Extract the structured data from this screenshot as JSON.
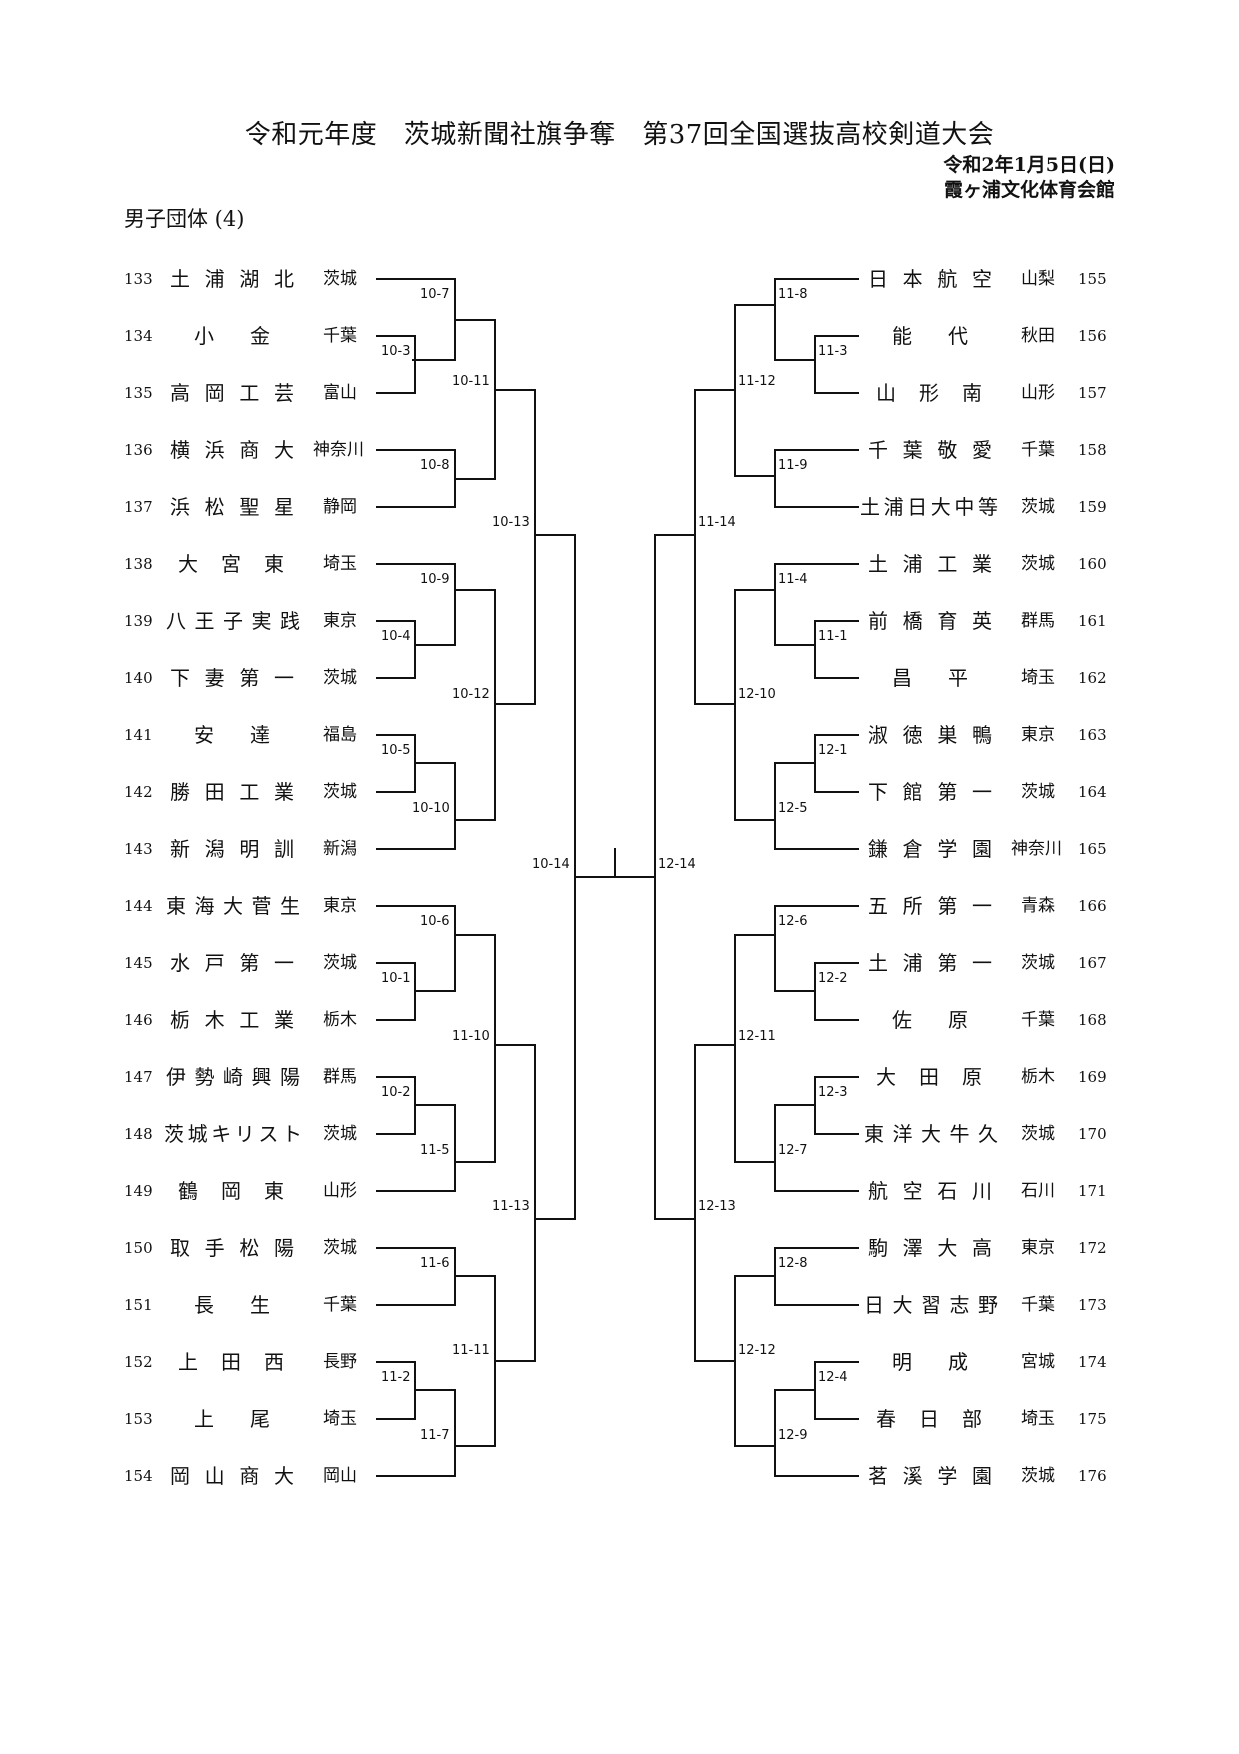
{
  "header": {
    "title": "令和元年度　茨城新聞社旗争奪　第37回全国選抜高校剣道大会",
    "date": "令和2年1月5日(日)",
    "venue": "霞ヶ浦文化体育会館",
    "section": "男子団体 (4)"
  },
  "left_teams": [
    {
      "num": "133",
      "school": "土浦湖北",
      "pref": "茨城"
    },
    {
      "num": "134",
      "school": "小　金",
      "pref": "千葉"
    },
    {
      "num": "135",
      "school": "高岡工芸",
      "pref": "富山"
    },
    {
      "num": "136",
      "school": "横浜商大",
      "pref": "神奈川"
    },
    {
      "num": "137",
      "school": "浜松聖星",
      "pref": "静岡"
    },
    {
      "num": "138",
      "school": "大宮東",
      "pref": "埼玉"
    },
    {
      "num": "139",
      "school": "八王子実践",
      "pref": "東京"
    },
    {
      "num": "140",
      "school": "下妻第一",
      "pref": "茨城"
    },
    {
      "num": "141",
      "school": "安　達",
      "pref": "福島"
    },
    {
      "num": "142",
      "school": "勝田工業",
      "pref": "茨城"
    },
    {
      "num": "143",
      "school": "新潟明訓",
      "pref": "新潟"
    },
    {
      "num": "144",
      "school": "東海大菅生",
      "pref": "東京"
    },
    {
      "num": "145",
      "school": "水戸第一",
      "pref": "茨城"
    },
    {
      "num": "146",
      "school": "栃木工業",
      "pref": "栃木"
    },
    {
      "num": "147",
      "school": "伊勢崎興陽",
      "pref": "群馬"
    },
    {
      "num": "148",
      "school": "茨城キリスト",
      "pref": "茨城"
    },
    {
      "num": "149",
      "school": "鶴岡東",
      "pref": "山形"
    },
    {
      "num": "150",
      "school": "取手松陽",
      "pref": "茨城"
    },
    {
      "num": "151",
      "school": "長　生",
      "pref": "千葉"
    },
    {
      "num": "152",
      "school": "上田西",
      "pref": "長野"
    },
    {
      "num": "153",
      "school": "上　尾",
      "pref": "埼玉"
    },
    {
      "num": "154",
      "school": "岡山商大",
      "pref": "岡山"
    }
  ],
  "right_teams": [
    {
      "num": "155",
      "school": "日本航空",
      "pref": "山梨"
    },
    {
      "num": "156",
      "school": "能　代",
      "pref": "秋田"
    },
    {
      "num": "157",
      "school": "山形南",
      "pref": "山形"
    },
    {
      "num": "158",
      "school": "千葉敬愛",
      "pref": "千葉"
    },
    {
      "num": "159",
      "school": "土浦日大中等",
      "pref": "茨城"
    },
    {
      "num": "160",
      "school": "土浦工業",
      "pref": "茨城"
    },
    {
      "num": "161",
      "school": "前橋育英",
      "pref": "群馬"
    },
    {
      "num": "162",
      "school": "昌　平",
      "pref": "埼玉"
    },
    {
      "num": "163",
      "school": "淑徳巣鴨",
      "pref": "東京"
    },
    {
      "num": "164",
      "school": "下館第一",
      "pref": "茨城"
    },
    {
      "num": "165",
      "school": "鎌倉学園",
      "pref": "神奈川"
    },
    {
      "num": "166",
      "school": "五所第一",
      "pref": "青森"
    },
    {
      "num": "167",
      "school": "土浦第一",
      "pref": "茨城"
    },
    {
      "num": "168",
      "school": "佐　原",
      "pref": "千葉"
    },
    {
      "num": "169",
      "school": "大田原",
      "pref": "栃木"
    },
    {
      "num": "170",
      "school": "東洋大牛久",
      "pref": "茨城"
    },
    {
      "num": "171",
      "school": "航空石川",
      "pref": "石川"
    },
    {
      "num": "172",
      "school": "駒澤大高",
      "pref": "東京"
    },
    {
      "num": "173",
      "school": "日大習志野",
      "pref": "千葉"
    },
    {
      "num": "174",
      "school": "明　成",
      "pref": "宮城"
    },
    {
      "num": "175",
      "school": "春日部",
      "pref": "埼玉"
    },
    {
      "num": "176",
      "school": "茗溪学園",
      "pref": "茨城"
    }
  ],
  "match_labels": {
    "m10_7": "10-7",
    "m10_3": "10-3",
    "m10_11": "10-11",
    "m10_8": "10-8",
    "m10_13": "10-13",
    "m10_9": "10-9",
    "m10_4": "10-4",
    "m10_12": "10-12",
    "m10_5": "10-5",
    "m10_10": "10-10",
    "m10_14": "10-14",
    "m10_6": "10-6",
    "m10_1": "10-1",
    "m11_10": "11-10",
    "m10_2": "10-2",
    "m11_5": "11-5",
    "m11_13": "11-13",
    "m11_6": "11-6",
    "m11_11": "11-11",
    "m11_2": "11-2",
    "m11_7": "11-7",
    "m11_8": "11-8",
    "m11_3": "11-3",
    "m11_12": "11-12",
    "m11_9": "11-9",
    "m11_14": "11-14",
    "m11_4": "11-4",
    "m11_1": "11-1",
    "m12_10": "12-10",
    "m12_1": "12-1",
    "m12_5": "12-5",
    "m12_14": "12-14",
    "m12_6": "12-6",
    "m12_2": "12-2",
    "m12_11": "12-11",
    "m12_3": "12-3",
    "m12_7": "12-7",
    "m12_13": "12-13",
    "m12_8": "12-8",
    "m12_12": "12-12",
    "m12_4": "12-4",
    "m12_9": "12-9"
  }
}
